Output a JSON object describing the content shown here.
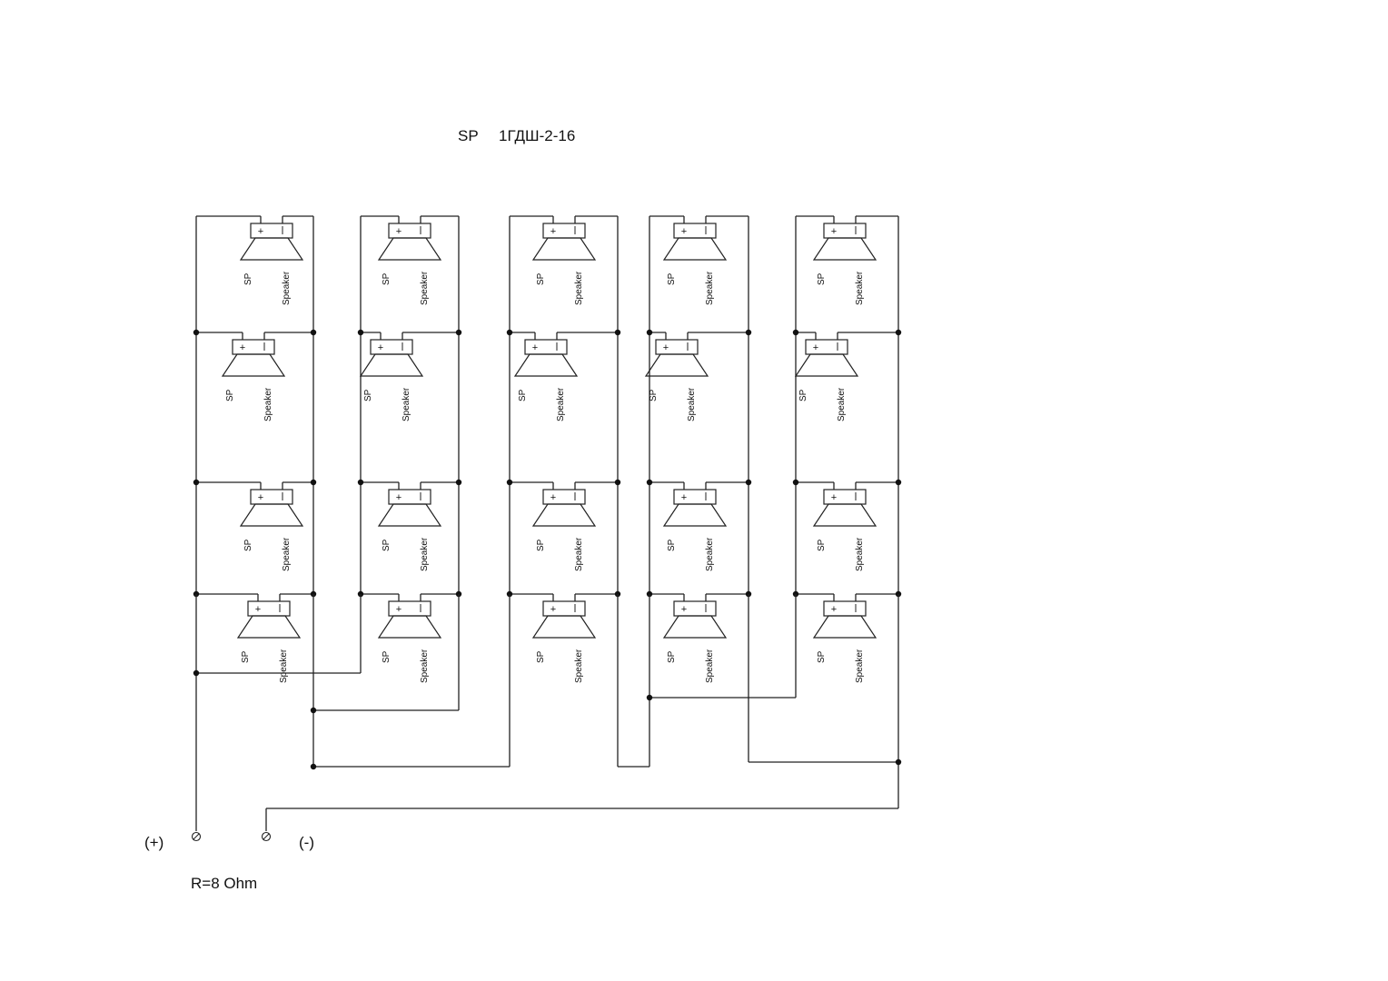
{
  "title": {
    "designator": "SP",
    "part": "1ГДШ-2-16"
  },
  "speaker": {
    "designator": "SP",
    "type": "Speaker",
    "plus": "+",
    "minus": "-"
  },
  "terminals": {
    "positive": "(+)",
    "negative": "(-)"
  },
  "impedance": "R=8 Ohm",
  "layout_info": {
    "columns": 5,
    "rows": 4
  }
}
